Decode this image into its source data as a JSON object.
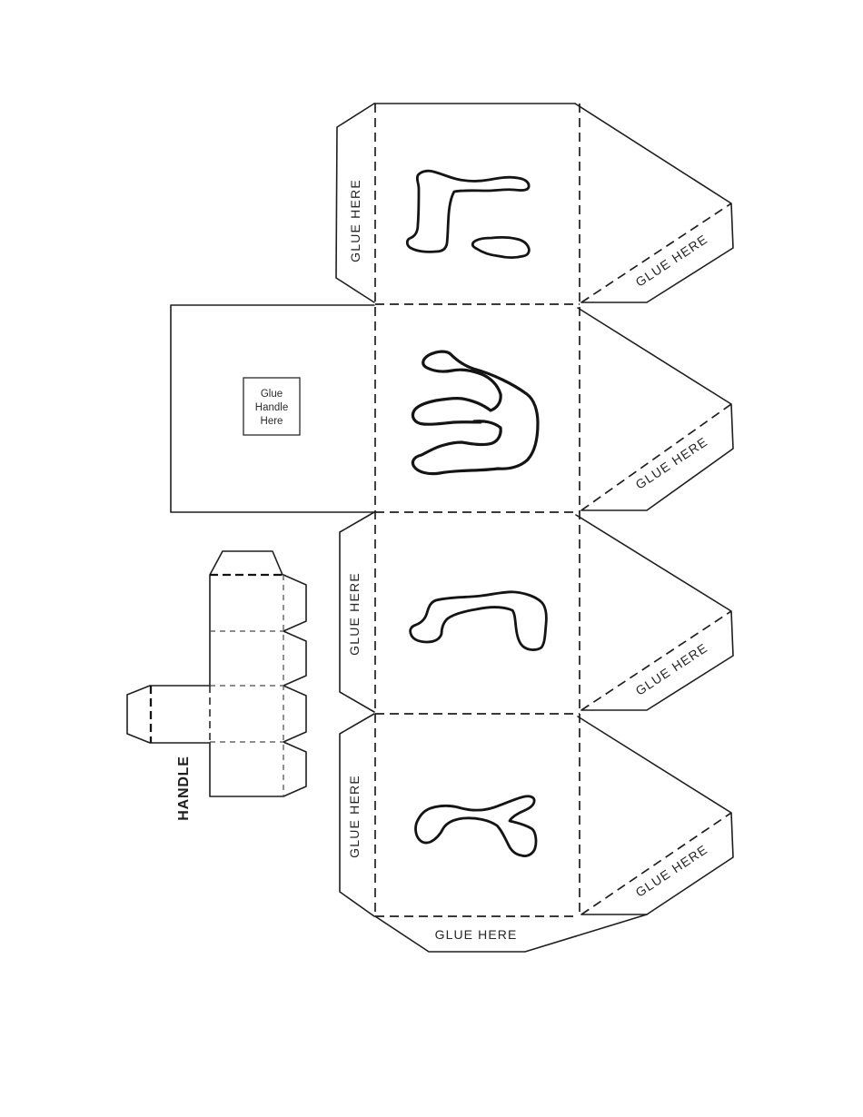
{
  "colors": {
    "background": "#ffffff",
    "line": "#1f1f1f",
    "text": "#262626"
  },
  "labels": {
    "glue_here": "GLUE HERE",
    "handle": "HANDLE"
  },
  "glue_handle_box": {
    "line1": "Glue",
    "line2": "Handle",
    "line3": "Here"
  },
  "letters": [
    {
      "icon": "hebrew-letter-hey-cutout"
    },
    {
      "icon": "hebrew-letter-shin-cutout"
    },
    {
      "icon": "hebrew-letter-nun-cutout"
    },
    {
      "icon": "hebrew-letter-gimel-cutout"
    }
  ]
}
